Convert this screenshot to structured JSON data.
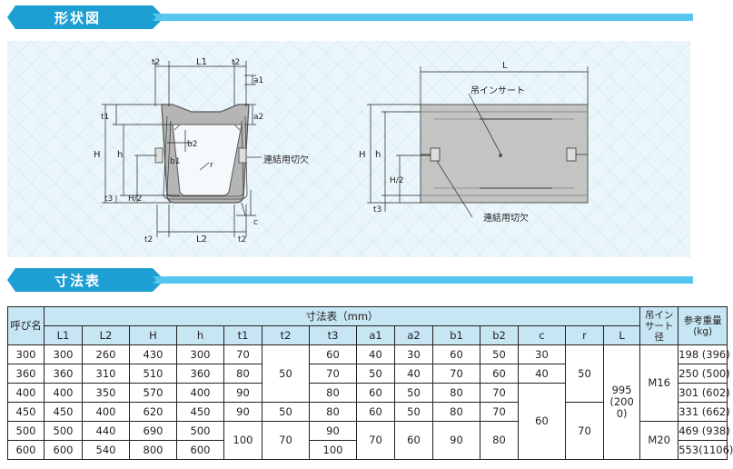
{
  "sections": {
    "shape": "形状図",
    "table": "寸法表"
  },
  "colors": {
    "banner_dark": "#1e9fd3",
    "banner_light": "#57c6ee",
    "diagram_bg": "#ebf6fb",
    "header_bg": "#c7e6f4"
  },
  "diagram_labels": {
    "t2": "t2",
    "L1": "L1",
    "L2": "L2",
    "a1": "a1",
    "a2": "a2",
    "t1": "t1",
    "t3": "t3",
    "b1": "b1",
    "b2": "b2",
    "H": "H",
    "h": "h",
    "H2": "H/2",
    "r": "r",
    "c": "c",
    "L": "L",
    "lift_insert": "吊インサート",
    "connect_notch": "連結用切欠"
  },
  "table": {
    "row_header": "呼び名",
    "group_header": "寸法表（mm）",
    "insert_header": "吊インサート径",
    "weight_header": "参考重量(kg)",
    "cols": [
      "L1",
      "L2",
      "H",
      "h",
      "t1",
      "t2",
      "t3",
      "a1",
      "a2",
      "b1",
      "b2",
      "c",
      "r",
      "L"
    ],
    "names": [
      "300",
      "360",
      "400",
      "450",
      "500",
      "600"
    ],
    "L1": [
      "300",
      "360",
      "400",
      "450",
      "500",
      "600"
    ],
    "L2": [
      "260",
      "310",
      "350",
      "400",
      "440",
      "540"
    ],
    "H": [
      "430",
      "510",
      "570",
      "620",
      "690",
      "800"
    ],
    "h": [
      "300",
      "360",
      "400",
      "450",
      "500",
      "600"
    ],
    "t1": [
      "70",
      "80",
      "90",
      "90",
      "100"
    ],
    "t2": [
      "50",
      "50",
      "70"
    ],
    "t3": [
      "60",
      "70",
      "80",
      "80",
      "90",
      "100"
    ],
    "a1": [
      "40",
      "50",
      "60",
      "60",
      "70"
    ],
    "a2": [
      "30",
      "40",
      "50",
      "50",
      "60"
    ],
    "b1": [
      "60",
      "70",
      "80",
      "80",
      "90"
    ],
    "b2": [
      "50",
      "60",
      "70",
      "70",
      "80"
    ],
    "c": [
      "30",
      "40",
      "60"
    ],
    "r": [
      "50",
      "70"
    ],
    "L": "995 (2000)",
    "insert": [
      "M16",
      "M20"
    ],
    "weight": [
      "198 (396)",
      "250 (500)",
      "301 (602)",
      "331 (662)",
      "469 (938)",
      "553(1106)"
    ]
  }
}
